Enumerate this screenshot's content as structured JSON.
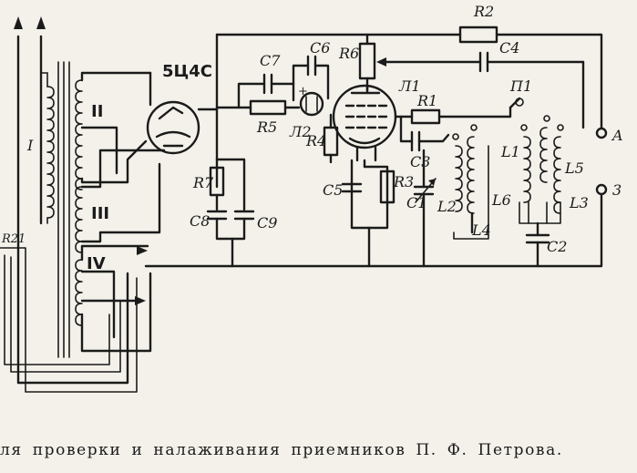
{
  "caption": "ля проверки и налаживания приемников П. Ф. Петрова.",
  "labels": {
    "tube_rect": "5Ц4С",
    "w1": "I",
    "w2": "II",
    "w3": "III",
    "w4": "IV",
    "R2": "R2",
    "C4": "C4",
    "R6": "R6",
    "C7": "C7",
    "C6": "C6",
    "R5": "R5",
    "L2": "Л2",
    "R4": "R4",
    "L1": "Л1",
    "R1": "R1",
    "P1": "П1",
    "C3": "C3",
    "C5": "C5",
    "R3": "R3",
    "C1": "C1",
    "L1c": "L1",
    "L5": "L5",
    "L3": "L3",
    "L2c": "L2",
    "L4": "L4",
    "L6": "L6",
    "C2": "C2",
    "R7": "R7",
    "C8": "C8",
    "C9": "C9",
    "R21": "R21",
    "termA": "A",
    "term3": "3"
  },
  "icons": [
    "transformer-core",
    "rectifier-tube-icon",
    "triode-tube-icon",
    "lamp-icon",
    "arrow-icon",
    "terminal-icon"
  ]
}
